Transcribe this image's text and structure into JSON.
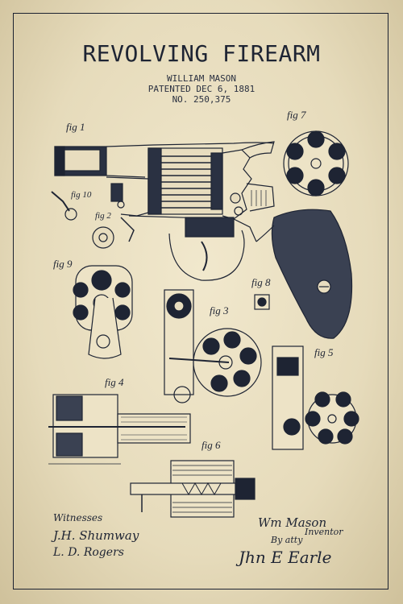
{
  "title": "REVOLVING FIREARM",
  "inventor": "WILLIAM MASON",
  "patented": "PATENTED DEC 6, 1881",
  "number": "NO. 250,375",
  "figures": {
    "fig1": "fig 1",
    "fig2": "fig 2",
    "fig3": "fig 3",
    "fig4": "fig 4",
    "fig5": "fig 5",
    "fig6": "fig 6",
    "fig7": "fig 7",
    "fig8": "fig 8",
    "fig9": "fig 9",
    "fig10": "fig 10"
  },
  "signatures": {
    "witnesses_label": "Witnesses",
    "witness1": "J.H. Shumway",
    "witness2": "L. D. Rogers",
    "inventor_sig": "Wm Mason",
    "inventor_label": "Inventor",
    "by_atty": "By atty",
    "attorney_sig": "Jhn E Earle"
  },
  "colors": {
    "ink": "#1e2433",
    "paper": "#e9dfc2"
  }
}
